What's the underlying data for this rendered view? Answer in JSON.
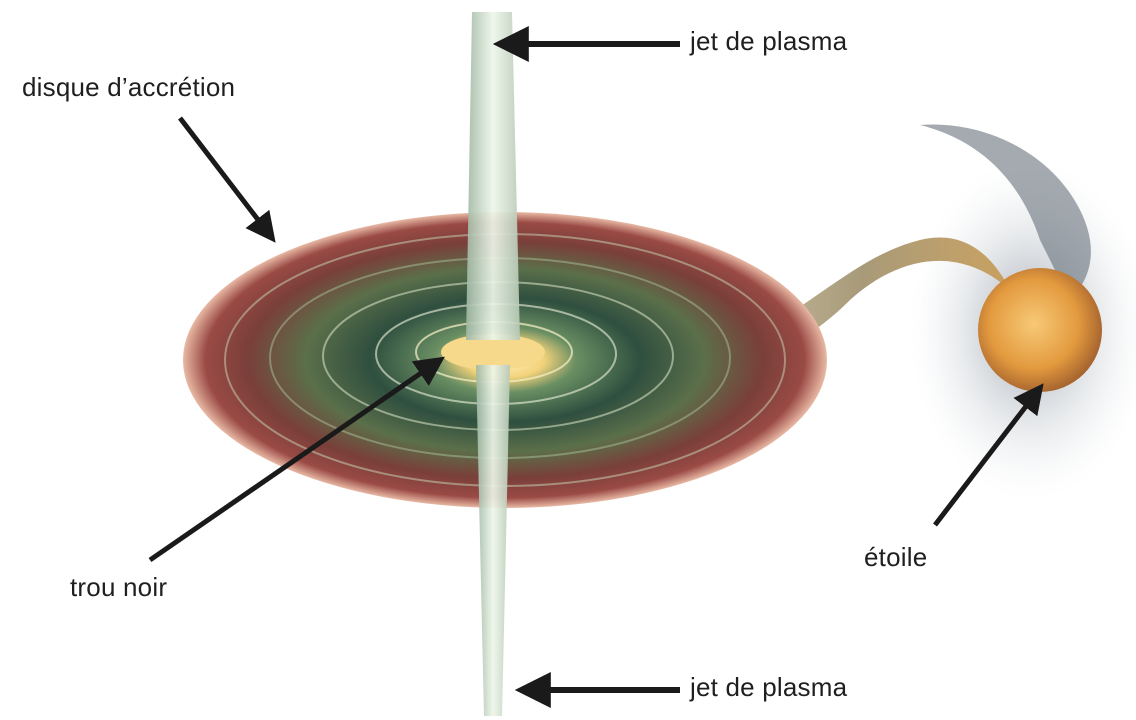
{
  "labels": {
    "jet_top": "jet de plasma",
    "accretion_disk": "disque d’accrétion",
    "black_hole": "trou noir",
    "star": "étoile",
    "jet_bottom": "jet de plasma"
  },
  "colors": {
    "text": "#1f1f1f",
    "arrow": "#1a1a1a",
    "disk_outer": "#8a3b3b",
    "disk_mid": "#3e6a4a",
    "core": "#f3d27a",
    "star": "#e79a3c",
    "jet": "#cfe3c8"
  }
}
